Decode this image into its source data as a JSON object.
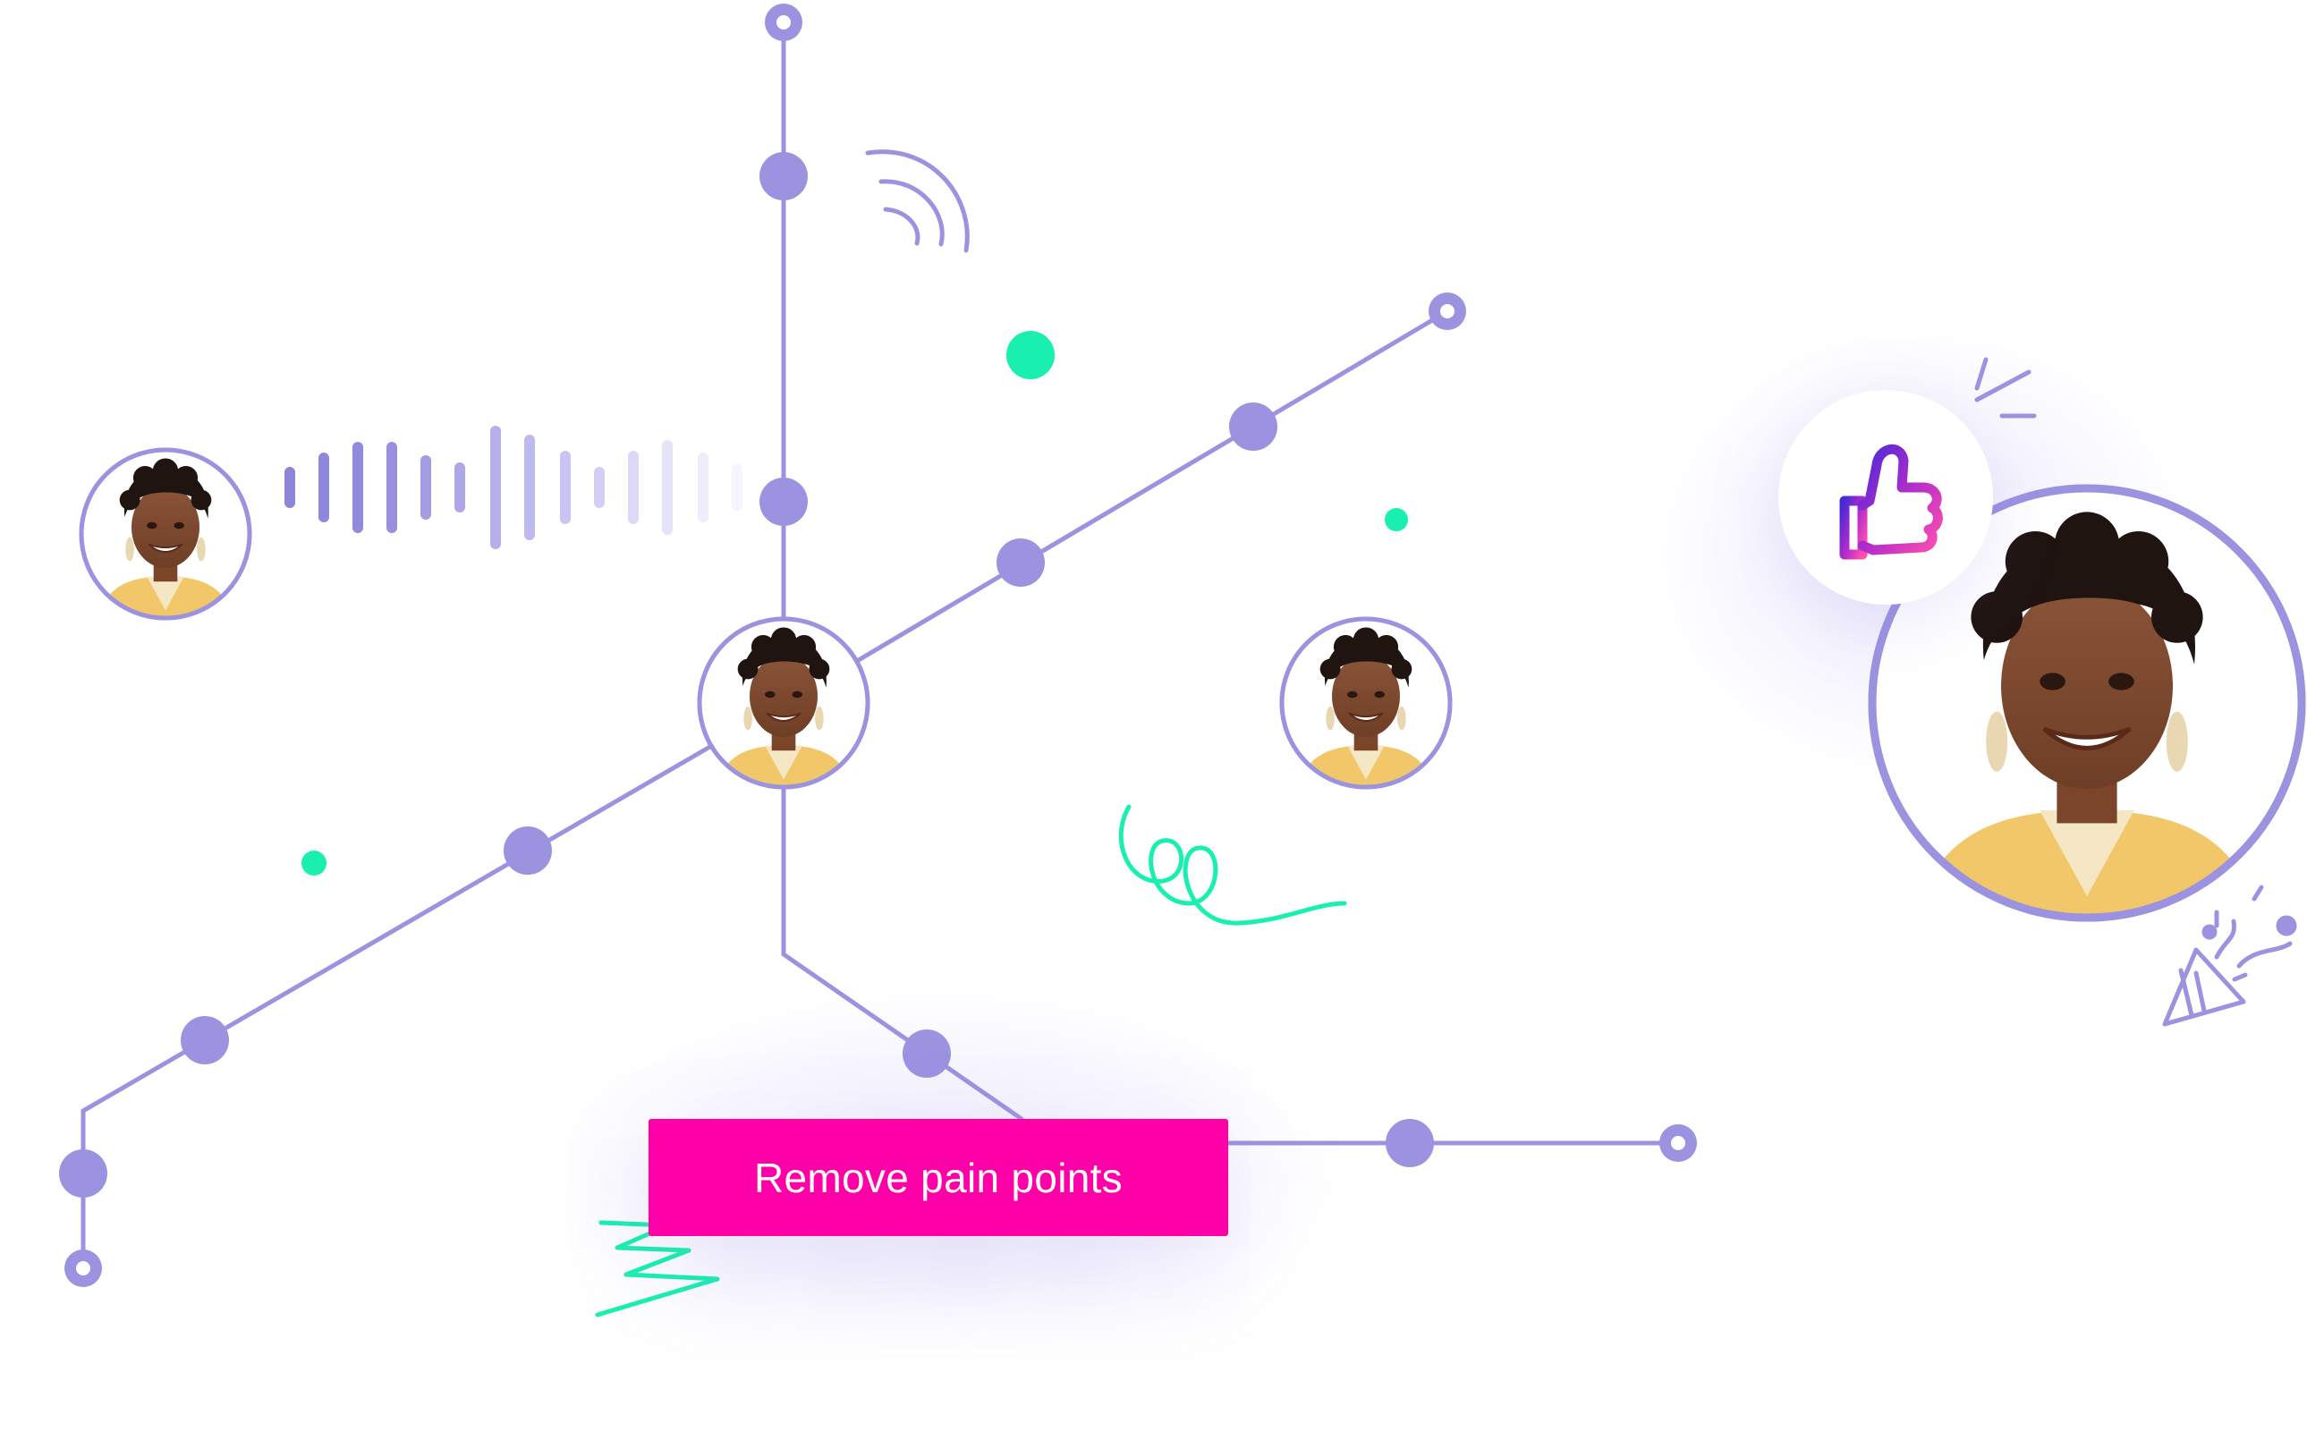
{
  "cta": {
    "label": "Remove pain points"
  },
  "colors": {
    "line": "#9b93e0",
    "node": "#9b93e0",
    "accent_green": "#19f0b0",
    "cta_bg": "#ff00a8",
    "thumb_start": "#5b2bd6",
    "thumb_end": "#ff3fa8"
  },
  "icons": {
    "person": "person-avatar-icon",
    "thumbs_up": "thumbs-up-icon",
    "signal": "signal-arcs-icon",
    "sound_wave": "sound-wave-icon",
    "party_popper": "party-popper-icon",
    "squiggle": "squiggle-doodle",
    "zigzag": "zigzag-doodle",
    "sparkle": "sparkle-lines"
  }
}
